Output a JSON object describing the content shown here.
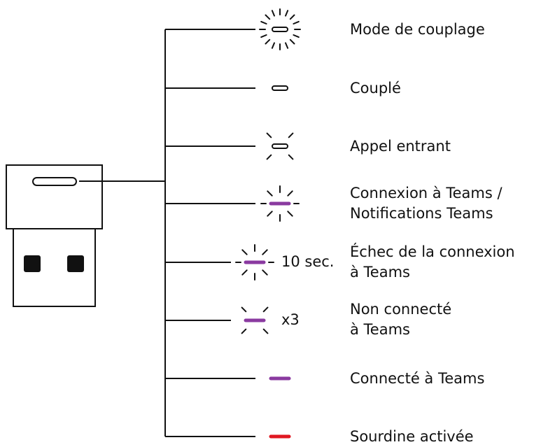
{
  "colors": {
    "line": "#111111",
    "purple": "#8a3aa0",
    "red": "#e01822",
    "white": "#ffffff"
  },
  "states": [
    {
      "id": "pairing",
      "label_lines": [
        "Mode de couplage"
      ],
      "led_color": "white",
      "icon": "led-blinking-white-full-icon"
    },
    {
      "id": "paired",
      "label_lines": [
        "Couplé"
      ],
      "led_color": "white",
      "icon": "led-solid-white-icon"
    },
    {
      "id": "incoming-call",
      "label_lines": [
        "Appel entrant"
      ],
      "led_color": "white",
      "icon": "led-pulsing-white-icon"
    },
    {
      "id": "teams-connecting",
      "label_lines": [
        "Connexion à Teams /",
        "Notifications Teams"
      ],
      "led_color": "purple",
      "icon": "led-blinking-purple-icon"
    },
    {
      "id": "teams-failed",
      "label_lines": [
        "Échec de la connexion",
        "à Teams"
      ],
      "led_color": "purple",
      "icon": "led-blinking-purple-icon",
      "side_text": "10 sec."
    },
    {
      "id": "teams-not-connected",
      "label_lines": [
        "Non connecté",
        "à Teams"
      ],
      "led_color": "purple",
      "icon": "led-pulsing-purple-icon",
      "side_text": "x3"
    },
    {
      "id": "teams-connected",
      "label_lines": [
        "Connecté à Teams"
      ],
      "led_color": "purple",
      "icon": "led-solid-purple-icon"
    },
    {
      "id": "muted",
      "label_lines": [
        "Sourdine activée"
      ],
      "led_color": "red",
      "icon": "led-solid-red-icon"
    }
  ]
}
